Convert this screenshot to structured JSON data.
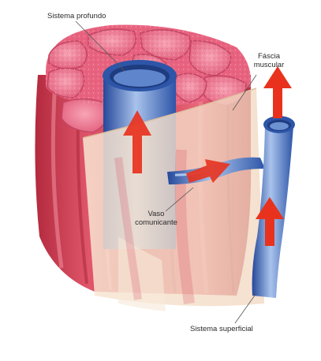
{
  "labels": {
    "deep_system": "Sistema profundo",
    "muscular_fascia_line1": "Fáscia",
    "muscular_fascia_line2": "muscular",
    "communicating_vessel_line1": "Vaso",
    "communicating_vessel_line2": "comunicante",
    "superficial_system": "Sistema superficial"
  },
  "colors": {
    "muscle_red": "#d8495a",
    "muscle_dark": "#b52d40",
    "muscle_top": "#f07a93",
    "vein_blue": "#3a67b8",
    "vein_light": "#a7c1ea",
    "flow_arrow": "#e8321e",
    "fascia": "#f4ddc6",
    "leader_line": "#555555"
  },
  "icons": {
    "flow_direction": "up-arrow-icon"
  }
}
